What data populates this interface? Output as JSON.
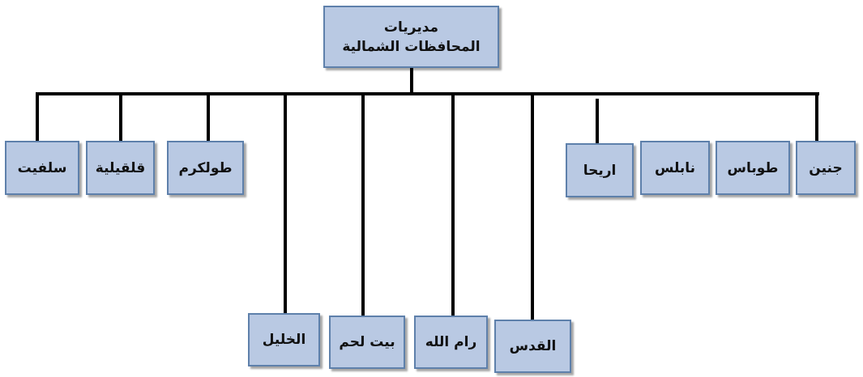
{
  "root": {
    "line1": "مديريات",
    "line2": "المحافظات الشمالية"
  },
  "nodes": {
    "jenin": "جنين",
    "tubas": "طوباس",
    "nablus": "نابلس",
    "jericho": "اريحا",
    "jerusalem": "القدس",
    "ramallah": "رام الله",
    "bethlehem": "بيت لحم",
    "hebron": "الخليل",
    "tulkarm": "طولكرم",
    "qalqilya": "قلقيلية",
    "salfit": "سلفيت"
  },
  "colors": {
    "box_fill": "#b9c9e3",
    "box_border": "#5e80ab",
    "connector": "#000000"
  }
}
